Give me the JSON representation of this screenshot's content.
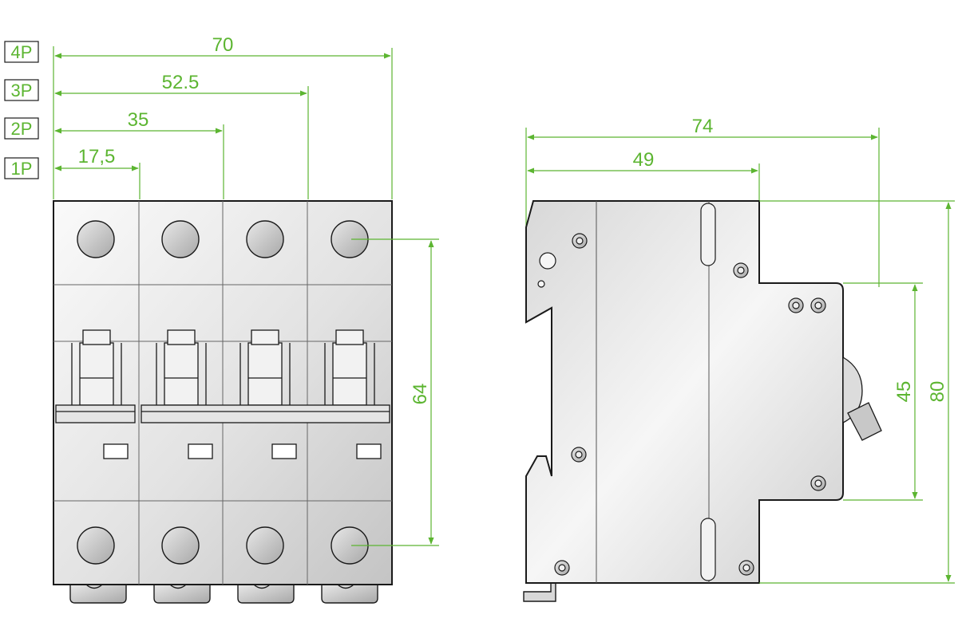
{
  "colors": {
    "dimension": "#5cb531",
    "outline": "#1a1a1a",
    "body_light": "#f4f4f4",
    "body_mid": "#d2d2d2",
    "pole_label": "#5cb531"
  },
  "pole_labels": [
    "4P",
    "3P",
    "2P",
    "1P"
  ],
  "front_view": {
    "width_dimensions": [
      "70",
      "52.5",
      "35",
      "17,5"
    ],
    "terminal_distance": "64"
  },
  "side_view": {
    "depth_dimensions": [
      "74",
      "49"
    ],
    "front_height": "45",
    "total_height": "80"
  }
}
